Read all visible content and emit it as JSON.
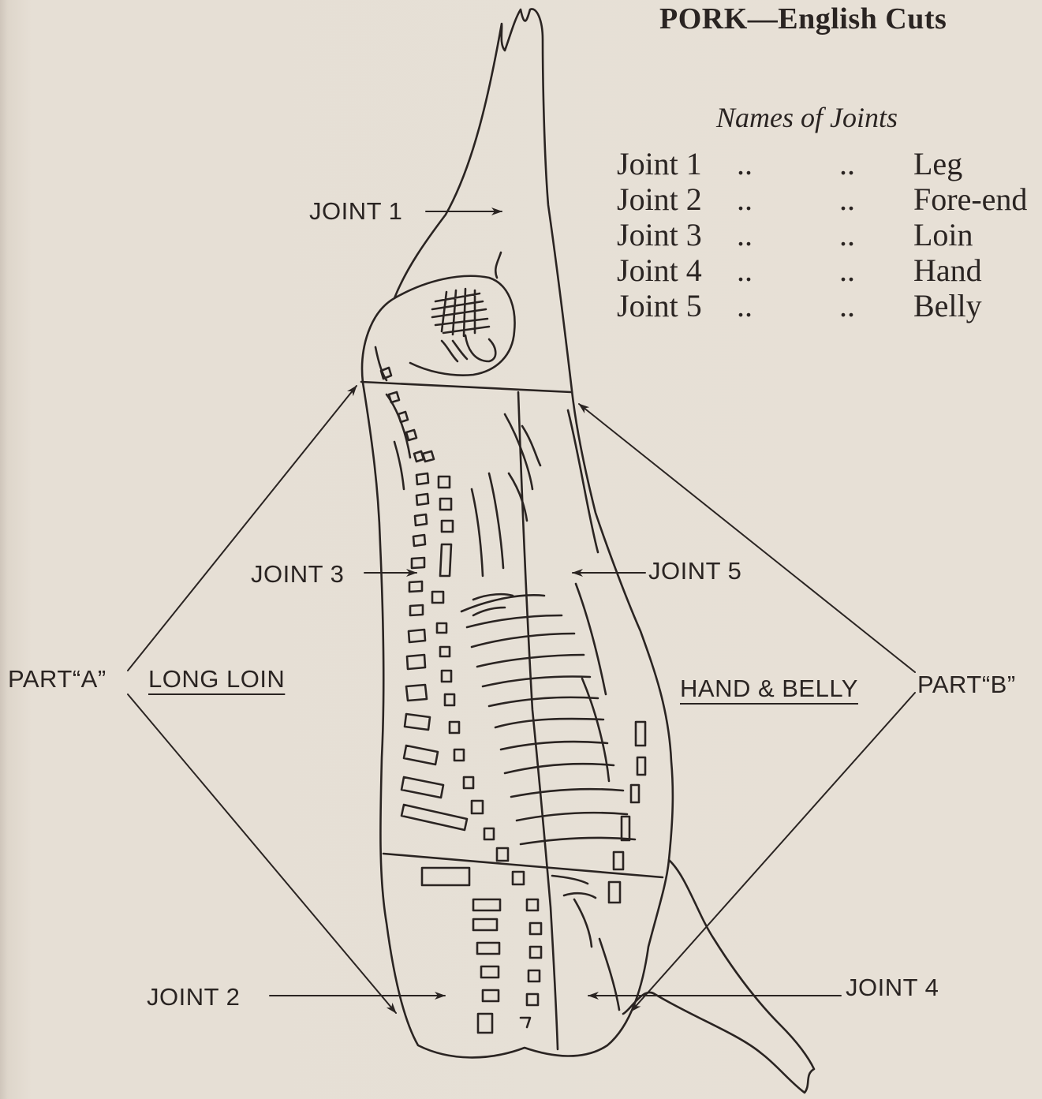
{
  "title": "PORK—English Cuts",
  "legend": {
    "heading": "Names of Joints",
    "dots": "..",
    "rows": [
      {
        "joint": "Joint 1",
        "name": "Leg"
      },
      {
        "joint": "Joint 2",
        "name": "Fore-end"
      },
      {
        "joint": "Joint 3",
        "name": "Loin"
      },
      {
        "joint": "Joint 4",
        "name": "Hand"
      },
      {
        "joint": "Joint 5",
        "name": "Belly"
      }
    ]
  },
  "labels": {
    "joint1": "JOINT 1",
    "joint2": "JOINT 2",
    "joint3": "JOINT 3",
    "joint4": "JOINT 4",
    "joint5": "JOINT 5",
    "partA": "PART“A”",
    "partA_name": "LONG LOIN",
    "partB": "PART“B”",
    "partB_name": "HAND & BELLY"
  },
  "colors": {
    "ink": "#2a2422",
    "paper": "#e6dfd5"
  }
}
